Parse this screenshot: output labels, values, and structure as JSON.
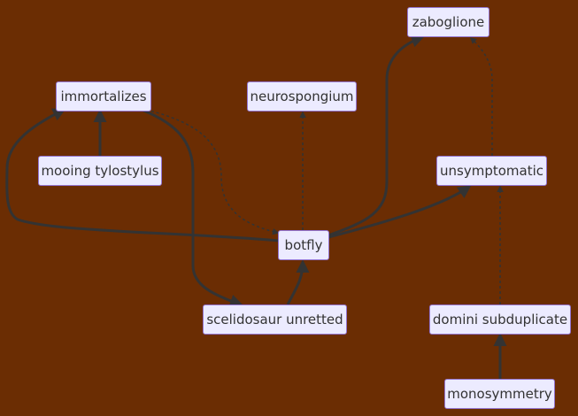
{
  "diagram": {
    "background": "#6b2d03",
    "node_fill": "#ecebff",
    "node_border": "#9475d1",
    "edge_color": "#333333",
    "nodes": {
      "zaboglione": "zaboglione",
      "immortalizes": "immortalizes",
      "neurospongium": "neurospongium",
      "mooing_tylostylus": "mooing tylostylus",
      "unsymptomatic": "unsymptomatic",
      "botfly": "botfly",
      "scelidosaur_unretted": "scelidosaur unretted",
      "domini_subduplicate": "domini subduplicate",
      "monosymmetry": "monosymmetry"
    },
    "edges": [
      {
        "from": "botfly",
        "to": "immortalizes",
        "style": "solid"
      },
      {
        "from": "mooing_tylostylus",
        "to": "immortalizes",
        "style": "solid"
      },
      {
        "from": "immortalizes",
        "to": "botfly",
        "style": "dotted"
      },
      {
        "from": "immortalizes",
        "to": "scelidosaur_unretted",
        "style": "solid"
      },
      {
        "from": "scelidosaur_unretted",
        "to": "botfly",
        "style": "solid"
      },
      {
        "from": "botfly",
        "to": "neurospongium",
        "style": "dotted"
      },
      {
        "from": "botfly",
        "to": "zaboglione",
        "style": "solid"
      },
      {
        "from": "botfly",
        "to": "unsymptomatic",
        "style": "solid"
      },
      {
        "from": "unsymptomatic",
        "to": "zaboglione",
        "style": "dotted"
      },
      {
        "from": "domini_subduplicate",
        "to": "unsymptomatic",
        "style": "dotted"
      },
      {
        "from": "monosymmetry",
        "to": "domini_subduplicate",
        "style": "solid"
      }
    ]
  }
}
